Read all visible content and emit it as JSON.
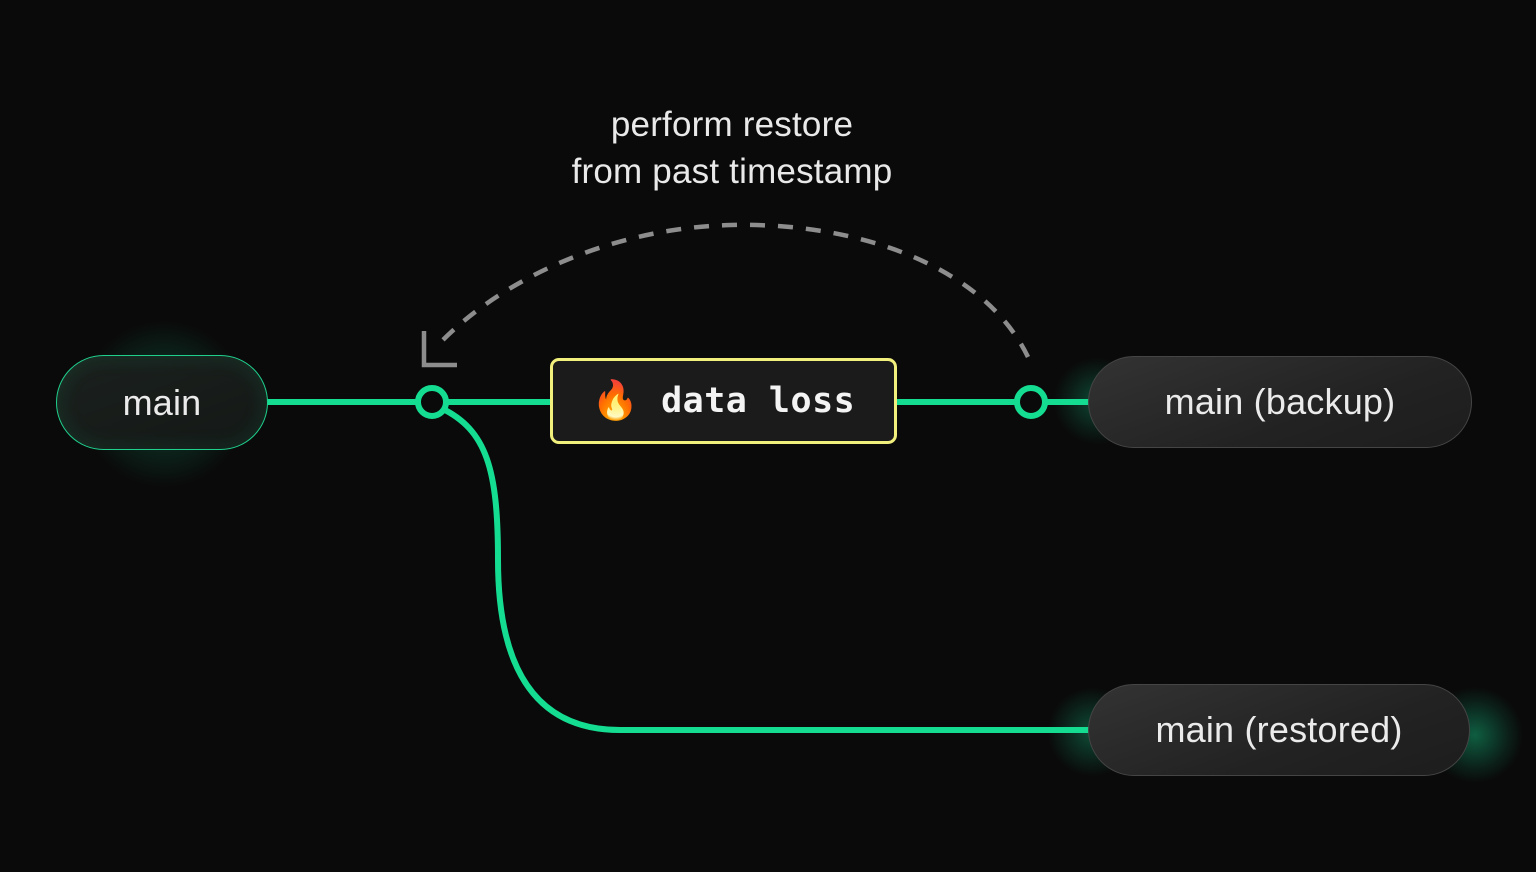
{
  "diagram": {
    "background_color": "#0a0a0a",
    "accent_green": "#14dd92",
    "warning_yellow": "#f2f07d",
    "dash_gray": "#8d8d8d",
    "text_color": "#ebebeb",
    "annotation": {
      "text": "perform restore\nfrom past timestamp"
    },
    "nodes": [
      {
        "id": "main",
        "label": "main",
        "style": "green-outline"
      },
      {
        "id": "backup",
        "label": "main (backup)",
        "style": "gray-pill"
      },
      {
        "id": "restored",
        "label": "main (restored)",
        "style": "gray-pill"
      }
    ],
    "event_box": {
      "icon": "fire-emoji",
      "icon_glyph": "🔥",
      "label": "data loss",
      "border_color": "#f2f07d"
    },
    "connectors": [
      {
        "from": "main",
        "to": "data-loss-box",
        "style": "solid-green",
        "kind": "timeline"
      },
      {
        "from": "data-loss-box",
        "to": "backup",
        "style": "solid-green",
        "kind": "timeline"
      },
      {
        "from": "branch-point",
        "to": "restored",
        "style": "solid-green",
        "kind": "branch"
      },
      {
        "from": "backup",
        "to": "branch-point",
        "style": "dashed-gray",
        "kind": "restore-arrow"
      }
    ],
    "markers": [
      {
        "id": "branch-point",
        "shape": "hollow-circle",
        "color": "#14dd92"
      },
      {
        "id": "backup-endpoint",
        "shape": "hollow-circle",
        "color": "#14dd92"
      }
    ]
  }
}
